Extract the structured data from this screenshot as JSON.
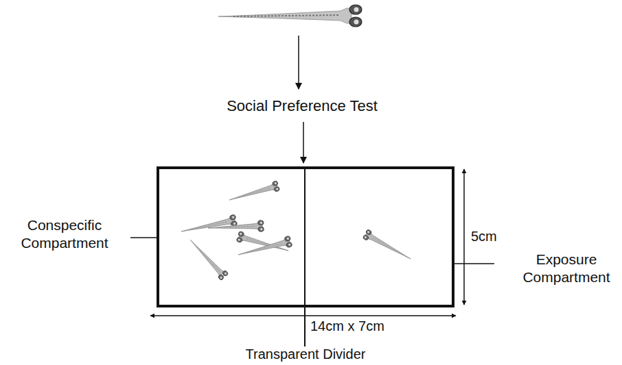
{
  "diagram": {
    "labels": [
      "Social Preference Test",
      "Conspecific Compartment",
      "Exposure Compartment",
      "5cm",
      "14cm x 7cm",
      "Transparent Divider"
    ]
  }
}
